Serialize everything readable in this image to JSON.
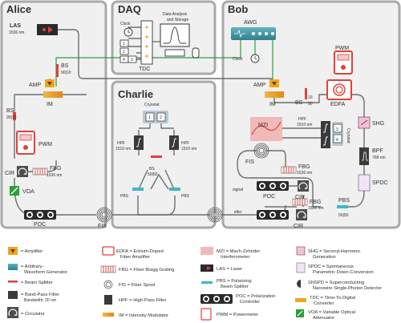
{
  "panels": {
    "alice": "Alice",
    "daq": "DAQ",
    "charlie": "Charlie",
    "bob": "Bob"
  },
  "alice": {
    "las": "LAS",
    "las_wl": "1536 nm",
    "bs_top": "BS",
    "bs_top_ratio": "90|10",
    "amp": "AMP",
    "im": "IM",
    "bs_mid": "BS",
    "bs_mid_ratio": "90|10",
    "pwm": "PWM",
    "cir": "CIR",
    "fbg": "FBG",
    "fbg_wl": "1536 nm",
    "voa": "VOA",
    "poc": "POC",
    "fis": "FIS"
  },
  "daq": {
    "clock": "Clock",
    "ch": [
      "1",
      "2",
      "3",
      "4"
    ],
    "analysis_line1": "Data Analysis",
    "analysis_line2": "and Storage",
    "tdc": "TDC"
  },
  "charlie": {
    "cryostat": "Cryostat",
    "ch": [
      "1",
      "2"
    ],
    "hpf": "HPF",
    "hpf_wl": "1510 nm",
    "bs": "BS",
    "bs_ratio": "50|50",
    "pbs": "PBS"
  },
  "bob": {
    "awg": "AWG",
    "clock": "Clock",
    "pwm": "PWM",
    "amp": "AMP",
    "im": "IM",
    "bs": "BS",
    "bs_ratio_top": "10",
    "bs_ratio_bottom": "90",
    "edfa": "EDFA",
    "shg": "SHG",
    "bpf": "BPF",
    "bpf_wl": "768 nm",
    "spdc": "SPDC",
    "mzi": "MZI",
    "hpf": "HPF",
    "hpf_wl": "1510 nm",
    "cryostat": "Cryostat",
    "ch": [
      "3",
      "4"
    ],
    "fis": "FIS",
    "fbg": "FBG",
    "fbg_wl": "1536 nm",
    "cir": "CIR",
    "poc": "POC",
    "signal": "signal",
    "idler": "idler",
    "pbs": "PBS",
    "pbs_ratio": "50|50"
  },
  "legend": [
    {
      "key": "amp",
      "label": "= Amplifier"
    },
    {
      "key": "awg",
      "label": "= Arbitrary-",
      "label2": "Waveform Generator"
    },
    {
      "key": "bs",
      "label": "= Beam Splitter"
    },
    {
      "key": "bpf",
      "label": "= Band-Pass Filter",
      "label2": "Bandwidth: 20 nm"
    },
    {
      "key": "cir",
      "label": "= Circulator"
    },
    {
      "key": "edfa",
      "label": "EDFA = Erbium-Doped",
      "label2": "Fiber Amplifier"
    },
    {
      "key": "fbg",
      "label": "FBG = Fiber Bragg Grating"
    },
    {
      "key": "fis",
      "label": "FIS = Fiber Spool"
    },
    {
      "key": "hpf",
      "label": "HPF = High-Pass Filter"
    },
    {
      "key": "im",
      "label": "IM = Intensity Modulator"
    },
    {
      "key": "mzi",
      "label": "MZI = Mach-Zehnder",
      "label2": "Interferometer"
    },
    {
      "key": "las",
      "label": "LAS = Laser"
    },
    {
      "key": "pbs",
      "label": "PBS = Polarizing",
      "label2": "Beam Splitter"
    },
    {
      "key": "poc",
      "label": "POC = Polarization",
      "label2": "Controller"
    },
    {
      "key": "pwm",
      "label": "PWM = Powermeter"
    },
    {
      "key": "shg",
      "label": "SHG = Second-Harmonic",
      "label2": "Generation"
    },
    {
      "key": "spdc",
      "label": "SPDC = Spontaneous",
      "label2": "Parametric Down-Conversion"
    },
    {
      "key": "snspd",
      "label": "SNSPD = Superconducting",
      "label2": "Nanowire Single-Photon Detector"
    },
    {
      "key": "tdc",
      "label": "TDC = Time-To-Digital",
      "label2": "Converter"
    },
    {
      "key": "voa",
      "label": "VOA = Variable Optical",
      "label2": "Attenuator"
    }
  ],
  "colors": {
    "panel": "#f0f0f0",
    "fiber": "#6e6e6e",
    "electric": "#2aa03a",
    "accent_red": "#e0413a",
    "amp_orange": "#f2a421",
    "awg_teal": "#3f9aa8",
    "pbs_cyan": "#3fb7c4",
    "mzi_pink": "#f2b9b9"
  }
}
